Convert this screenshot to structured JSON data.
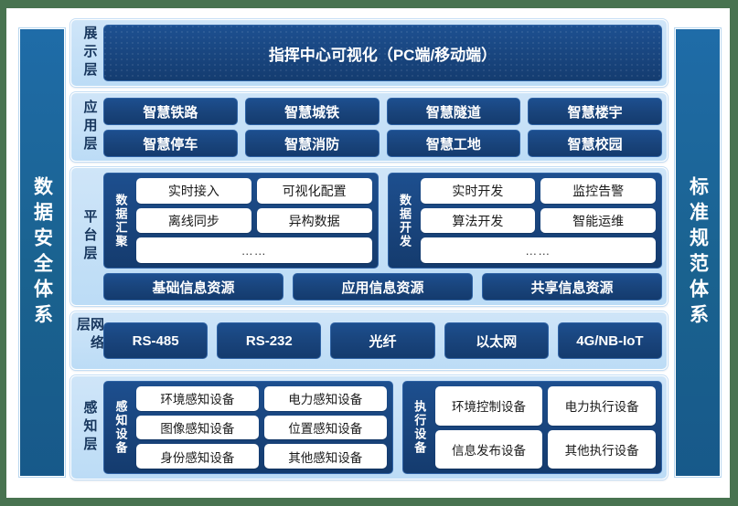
{
  "colors": {
    "page_background": "#487350",
    "frame_background": "#ffffff",
    "pillar_blue": "#1f6ca8",
    "layer_panel_blue": "#c6e0f7",
    "navy_box": "#1d4f8f",
    "chip_white": "#ffffff",
    "layer_label_text": "#17365d"
  },
  "pillars": {
    "left": {
      "label": "数据安全体系"
    },
    "right": {
      "label": "标准规范体系"
    }
  },
  "layers": [
    {
      "id": "presentation",
      "name": "展示层",
      "banner": "指挥中心可视化（PC端/移动端）"
    },
    {
      "id": "application",
      "name": "应用层",
      "rows": [
        [
          "智慧铁路",
          "智慧城铁",
          "智慧隧道",
          "智慧楼宇"
        ],
        [
          "智慧停车",
          "智慧消防",
          "智慧工地",
          "智慧校园"
        ]
      ]
    },
    {
      "id": "platform",
      "name": "平台层",
      "groups": [
        {
          "name": "数据汇聚",
          "rows": [
            [
              "实时接入",
              "可视化配置"
            ],
            [
              "离线同步",
              "异构数据"
            ]
          ],
          "ellipsis": "……"
        },
        {
          "name": "数据开发",
          "rows": [
            [
              "实时开发",
              "监控告警"
            ],
            [
              "算法开发",
              "智能运维"
            ]
          ],
          "ellipsis": "……"
        }
      ],
      "resources": [
        "基础信息资源",
        "应用信息资源",
        "共享信息资源"
      ]
    },
    {
      "id": "network",
      "name": "网络层",
      "items": [
        "RS-485",
        "RS-232",
        "光纤",
        "以太网",
        "4G/NB-IoT"
      ]
    },
    {
      "id": "perception",
      "name": "感知层",
      "groups": [
        {
          "name": "感知设备",
          "rows": [
            [
              "环境感知设备",
              "电力感知设备"
            ],
            [
              "图像感知设备",
              "位置感知设备"
            ],
            [
              "身份感知设备",
              "其他感知设备"
            ]
          ]
        },
        {
          "name": "执行设备",
          "rows": [
            [
              "环境控制设备",
              "电力执行设备"
            ],
            [
              "信息发布设备",
              "其他执行设备"
            ]
          ]
        }
      ]
    }
  ]
}
